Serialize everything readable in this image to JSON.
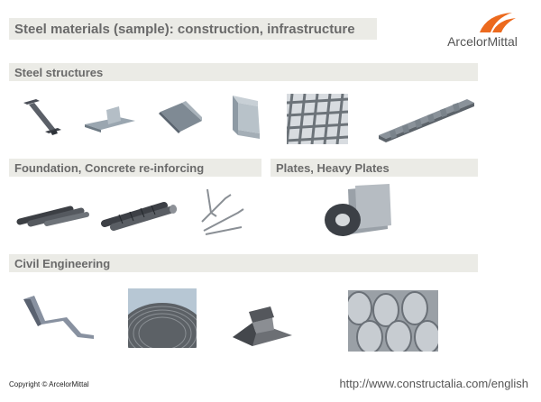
{
  "title": "Steel materials (sample): construction, infrastructure",
  "brand": {
    "name": "ArcelorMittal",
    "accent": "#ec6a1e"
  },
  "sections": {
    "structures": "Steel structures",
    "foundation": "Foundation, Concrete re-inforcing",
    "plates": "Plates, Heavy Plates",
    "civil": "Civil Engineering"
  },
  "footer": {
    "copyright": "Copyright © ArcelorMittal",
    "url": "http://www.constructalia.com/english"
  }
}
